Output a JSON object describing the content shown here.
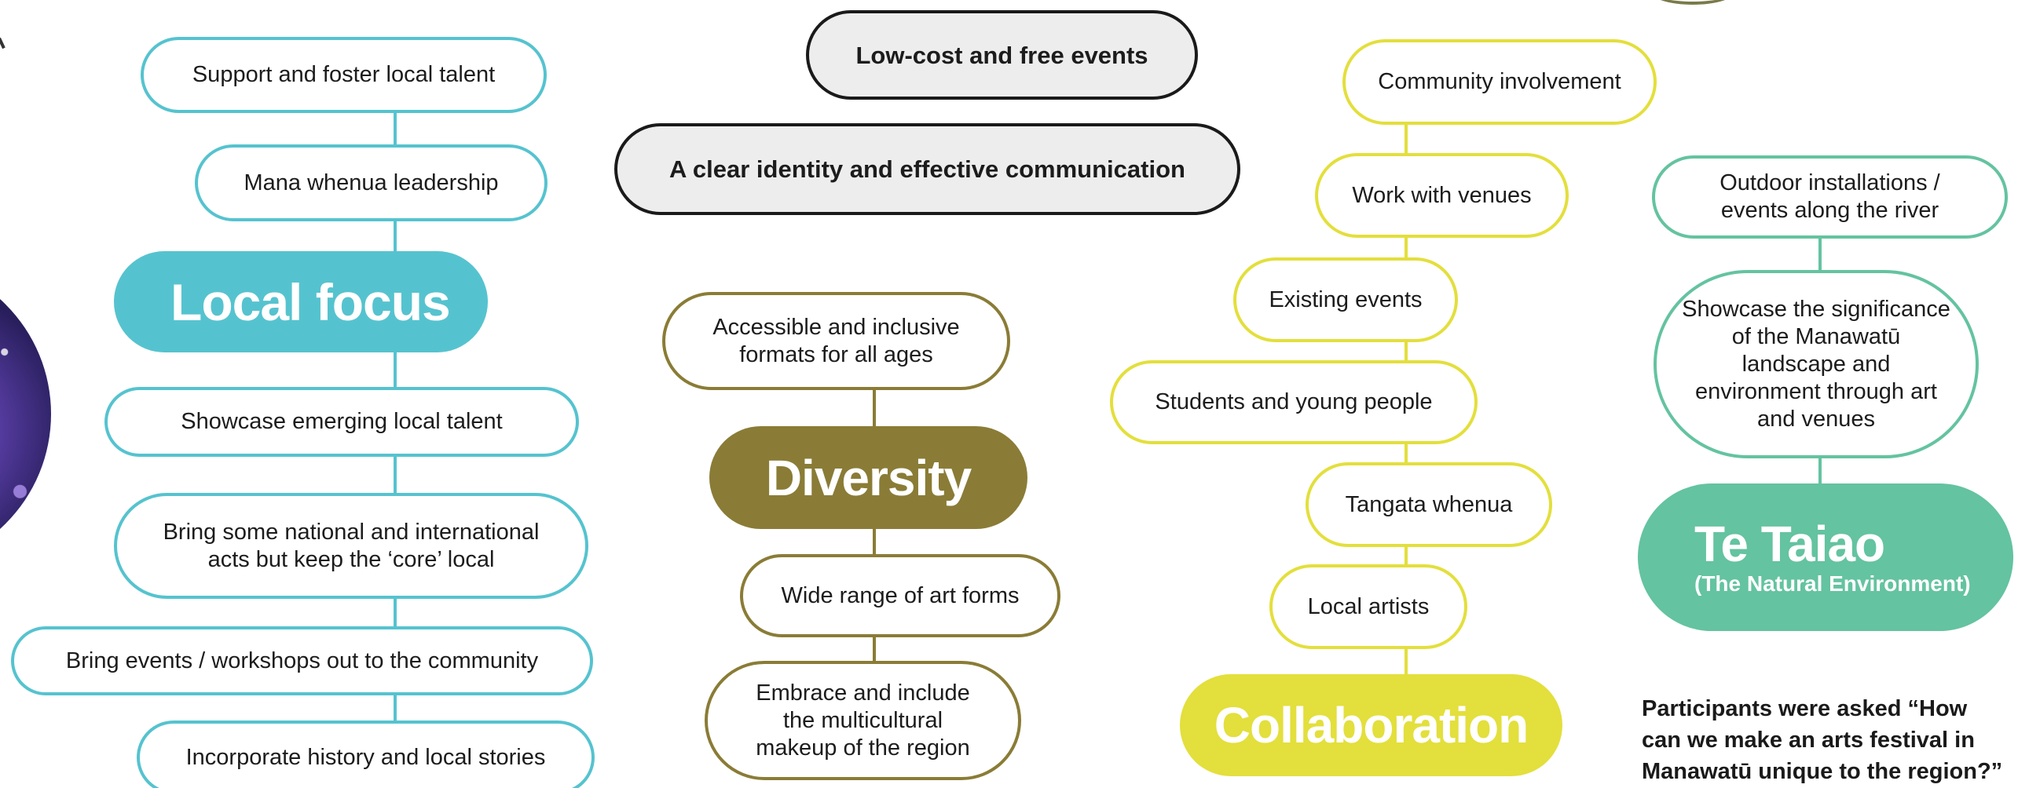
{
  "top_banners": {
    "low_cost": "Low-cost and free events",
    "identity": "A clear identity and effective communication"
  },
  "local_focus": {
    "title": "Local focus",
    "items": [
      "Support and foster local talent",
      "Mana whenua leadership",
      "Showcase emerging local talent",
      "Bring some national and international acts but keep the ‘core’ local",
      "Bring events / workshops out to the community",
      "Incorporate history and local stories"
    ]
  },
  "diversity": {
    "title": "Diversity",
    "items": [
      "Accessible and inclusive formats for all ages",
      "Wide range of art forms",
      "Embrace and include the multicultural makeup of the region"
    ]
  },
  "collaboration": {
    "title": "Collaboration",
    "items": [
      "Community involvement",
      "Work with venues",
      "Existing events",
      "Students and young people",
      "Tangata whenua",
      "Local artists"
    ]
  },
  "te_taiao": {
    "title": "Te Taiao",
    "subtitle": "(The Natural Environment)",
    "items": [
      "Outdoor installations / events along the river",
      "Showcase the significance of the Manawatū landscape and environment through art and venues"
    ]
  },
  "caption": "Participants were asked “How can we make an arts festival in Manawatū unique to the region?”",
  "colors": {
    "local_focus": "#55c3cf",
    "diversity": "#8a7c36",
    "collaboration": "#e3df3c",
    "te_taiao": "#64c3a0",
    "banner_fill": "#ededed"
  }
}
